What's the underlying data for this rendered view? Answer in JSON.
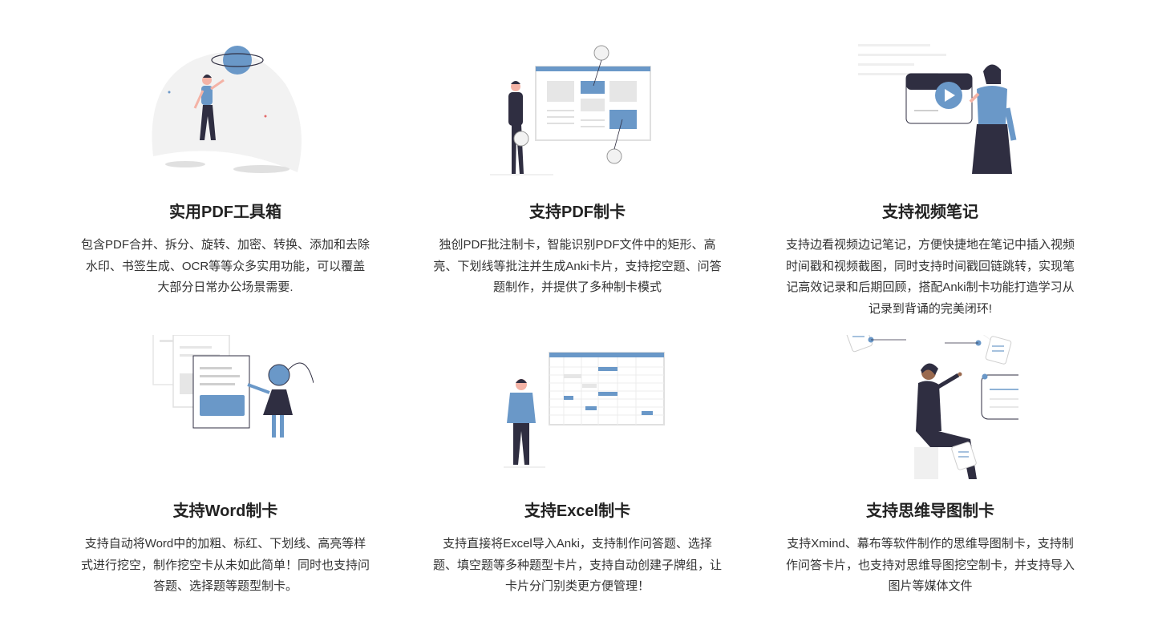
{
  "colors": {
    "accent": "#6a98c8",
    "dark": "#2f2e41",
    "skin": "#f4b3a6",
    "light_gray": "#e6e6e6",
    "mid_gray": "#cfcfcf"
  },
  "features": [
    {
      "title": "实用PDF工具箱",
      "desc": "包含PDF合并、拆分、旋转、加密、转换、添加和去除水印、书签生成、OCR等等众多实用功能，可以覆盖大部分日常办公场景需要."
    },
    {
      "title": "支持PDF制卡",
      "desc": "独创PDF批注制卡，智能识别PDF文件中的矩形、高亮、下划线等批注并生成Anki卡片，支持挖空题、问答题制作，并提供了多种制卡模式"
    },
    {
      "title": "支持视频笔记",
      "desc": "支持边看视频边记笔记，方便快捷地在笔记中插入视频时间戳和视频截图，同时支持时间戳回链跳转，实现笔记高效记录和后期回顾，搭配Anki制卡功能打造学习从记录到背诵的完美闭环!"
    },
    {
      "title": "支持Word制卡",
      "desc": "支持自动将Word中的加粗、标红、下划线、高亮等样式进行挖空，制作挖空卡从未如此简单！同时也支持问答题、选择题等题型制卡。"
    },
    {
      "title": "支持Excel制卡",
      "desc": "支持直接将Excel导入Anki，支持制作问答题、选择题、填空题等多种题型卡片，支持自动创建子牌组，让卡片分门别类更方便管理！"
    },
    {
      "title": "支持思维导图制卡",
      "desc": "支持Xmind、幕布等软件制作的思维导图制卡，支持制作问答卡片，也支持对思维导图挖空制卡，并支持导入图片等媒体文件"
    }
  ]
}
